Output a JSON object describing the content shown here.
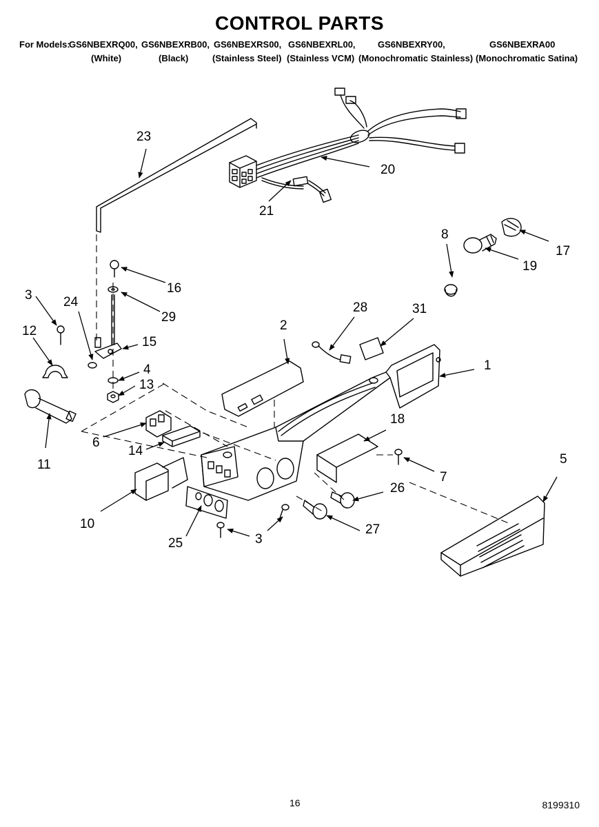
{
  "header": {
    "title": "CONTROL PARTS",
    "models_prefix": "For Models:",
    "models": [
      "GS6NBEXRQ00,",
      "GS6NBEXRB00,",
      "GS6NBEXRS00,",
      "GS6NBEXRL00,",
      "GS6NBEXRY00,",
      "GS6NBEXRA00"
    ],
    "colors": [
      "(White)",
      "(Black)",
      "(Stainless Steel)",
      "(Stainless VCM)",
      "(Monochromatic Stainless)",
      "(Monochromatic Satina)"
    ]
  },
  "callouts": {
    "c1": "1",
    "c2": "2",
    "c3a": "3",
    "c3b": "3",
    "c4": "4",
    "c5": "5",
    "c6": "6",
    "c7": "7",
    "c8": "8",
    "c10": "10",
    "c11": "11",
    "c12": "12",
    "c13": "13",
    "c14": "14",
    "c15": "15",
    "c16": "16",
    "c17": "17",
    "c18": "18",
    "c19": "19",
    "c20": "20",
    "c21": "21",
    "c23": "23",
    "c24": "24",
    "c25": "25",
    "c26": "26",
    "c27": "27",
    "c28": "28",
    "c29": "29",
    "c31": "31"
  },
  "footer": {
    "page_number": "16",
    "doc_number": "8199310"
  }
}
